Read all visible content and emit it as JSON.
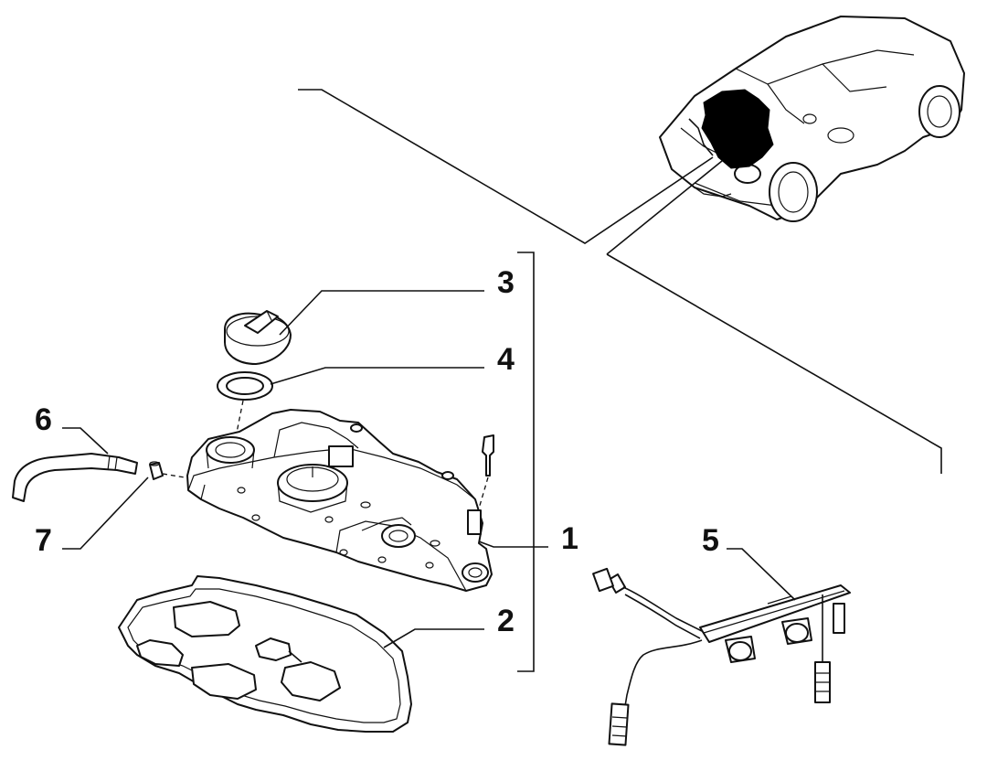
{
  "callouts": [
    {
      "id": "1",
      "text": "1"
    },
    {
      "id": "2",
      "text": "2"
    },
    {
      "id": "3",
      "text": "3"
    },
    {
      "id": "4",
      "text": "4"
    },
    {
      "id": "5",
      "text": "5"
    },
    {
      "id": "6",
      "text": "6"
    },
    {
      "id": "7",
      "text": "7"
    }
  ],
  "parts": {
    "cover": "cylinder-head-cover",
    "gasket": "cover-gasket",
    "cap": "oil-filler-cap",
    "seal": "filler-cap-seal",
    "harness": "injector-wiring-harness",
    "hose": "breather-hose",
    "clip": "hose-clip"
  }
}
